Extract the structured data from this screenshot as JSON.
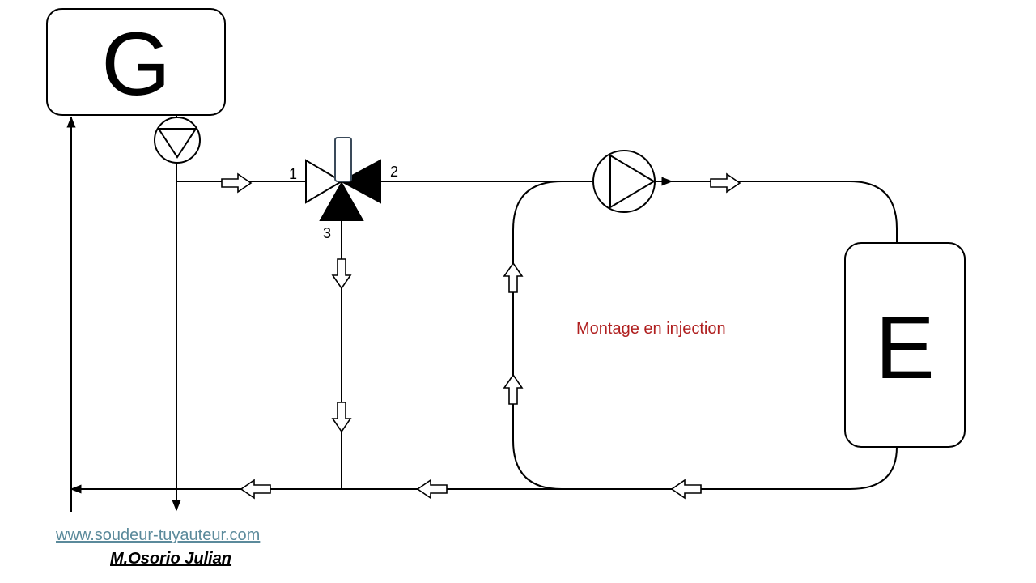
{
  "diagram": {
    "generator_label": "G",
    "emitter_label": "E",
    "valve_ports": [
      "1",
      "2",
      "3"
    ],
    "caption": "Montage en injection",
    "caption_color": "#b02020",
    "line_color": "#000000"
  },
  "footer": {
    "website": "www.soudeur-tuyauteur.com",
    "website_color": "#5b8a9b",
    "author": "M.Osorio Julian"
  }
}
